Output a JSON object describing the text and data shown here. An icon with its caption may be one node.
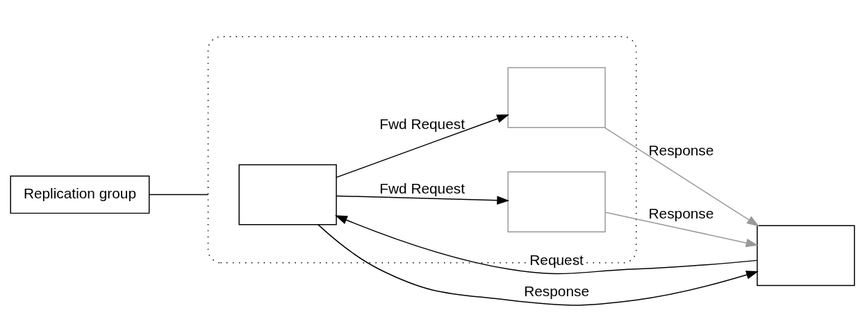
{
  "diagram": {
    "nodes": [
      {
        "text": [],
        "shape": "person"
      },
      {
        "text": [],
        "shape": "cloud"
      },
      {
        "text": [],
        "shape": "person",
        "in": 1
      },
      {
        "text": [],
        "shape": "person",
        "in": 1
      },
      {
        "text": [],
        "shape": "person",
        "in": 1
      },
      {
        "text": [
          "Replication group"
        ]
      }
    ],
    "edges": [
      {
        "from": 0,
        "to": 2,
        "arrow": "to",
        "label": "Request"
      },
      {
        "from": 2,
        "to": 0,
        "arrow": "to",
        "label": "Response"
      },
      {
        "from": 2,
        "to": 3,
        "arrow": "to",
        "label": "Fwd Request"
      },
      {
        "from": 2,
        "to": 4,
        "arrow": "to",
        "label": "Fwd Request"
      },
      {
        "from": 3,
        "to": 0,
        "arrow": "to",
        "label": "Response",
        "color": "#999999"
      },
      {
        "from": 4,
        "to": 0,
        "arrow": "to",
        "label": "Response",
        "color": "#999999"
      },
      {
        "from": 5,
        "to": 1,
        "arrow": "none"
      }
    ]
  }
}
